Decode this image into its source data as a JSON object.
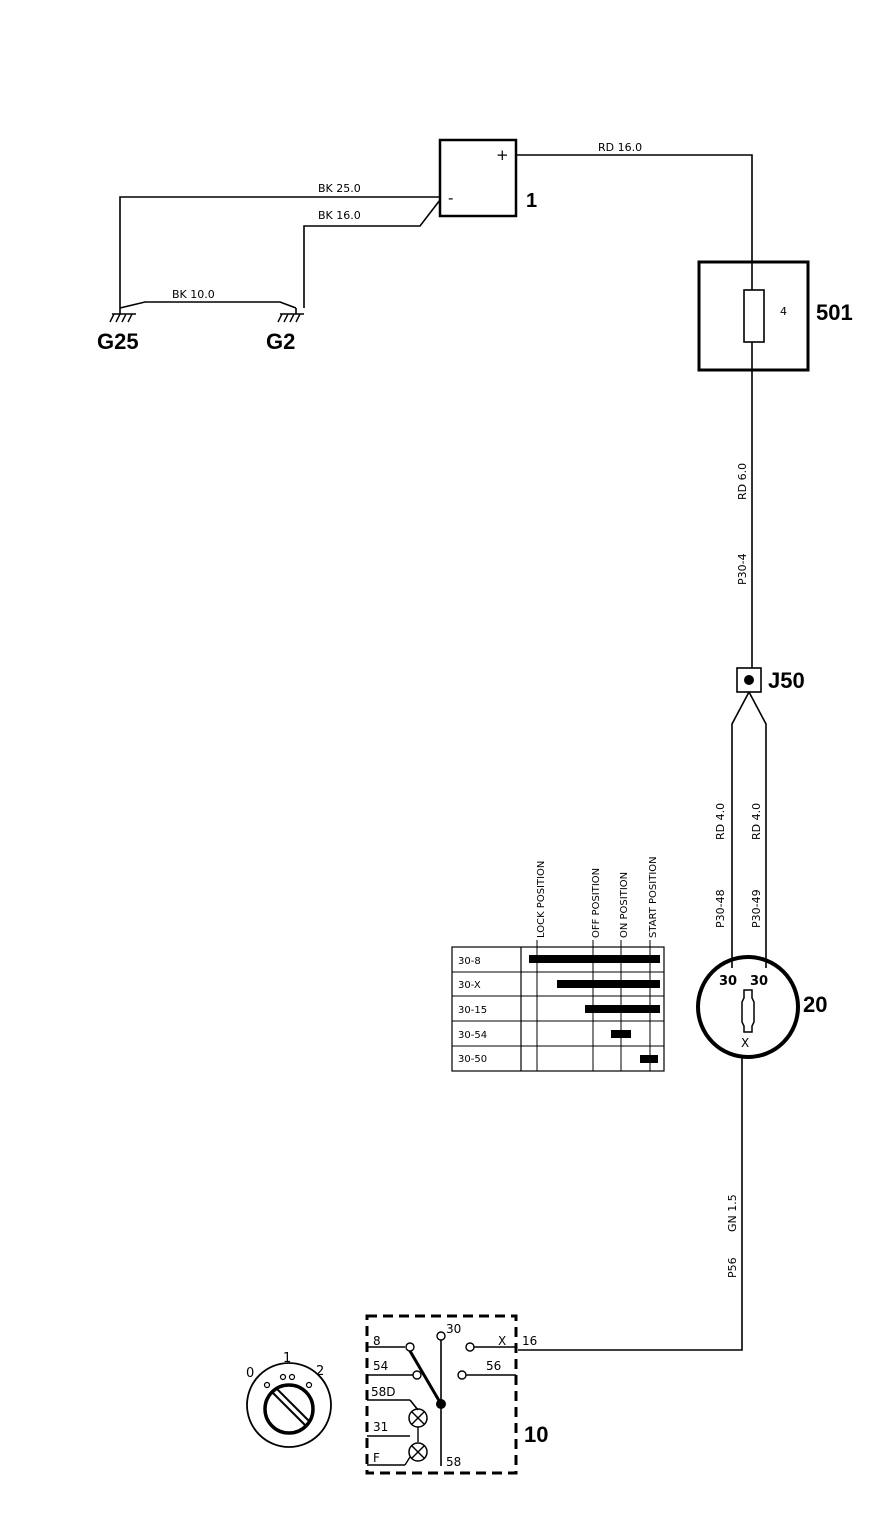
{
  "components": {
    "battery": {
      "id": "1",
      "plus": "+",
      "minus": "-"
    },
    "fuse_box": {
      "id": "501",
      "fuse": "4"
    },
    "junction": {
      "id": "J50"
    },
    "ignition_switch": {
      "id": "20",
      "term_left": "30",
      "term_right": "30",
      "term_bottom": "X"
    },
    "light_switch": {
      "id": "10",
      "terminals": {
        "t8": "8",
        "t30": "30",
        "tX": "X",
        "t16": "16",
        "t54": "54",
        "t56": "56",
        "t58D": "58D",
        "t31": "31",
        "tF": "F",
        "t58": "58"
      }
    },
    "knob": {
      "p0": "0",
      "p1": "1",
      "p2": "2"
    }
  },
  "grounds": {
    "g25": "G25",
    "g2": "G2"
  },
  "wires": {
    "rd16": "RD 16.0",
    "bk25": "BK 25.0",
    "bk16": "BK 16.0",
    "bk10": "BK 10.0",
    "p30_4": "P30-4",
    "rd6": "RD 6.0",
    "p30_48": "P30-48",
    "rd4_a": "RD 4.0",
    "p30_49": "P30-49",
    "rd4_b": "RD 4.0",
    "p56": "P56",
    "gn15": "GN 1.5"
  },
  "position_table": {
    "columns": [
      "LOCK POSITION",
      "OFF POSITION",
      "ON POSITION",
      "START POSITION"
    ],
    "rows": [
      "30-8",
      "30-X",
      "30-15",
      "30-54",
      "30-50"
    ]
  }
}
